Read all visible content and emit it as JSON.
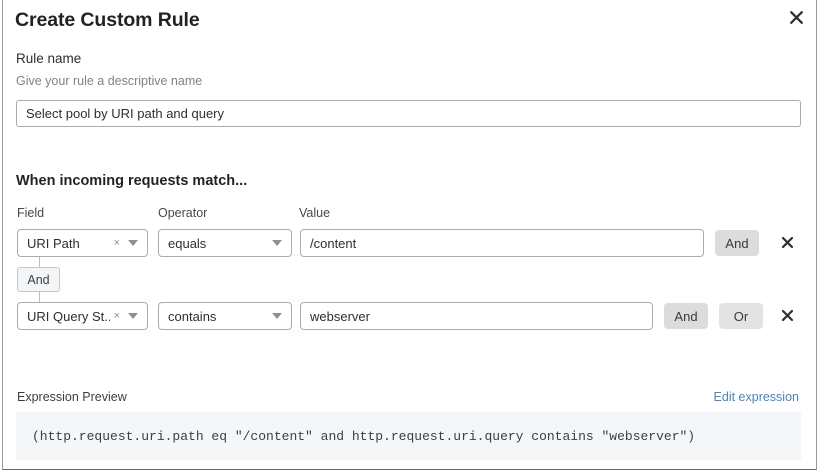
{
  "dialog": {
    "title": "Create Custom Rule",
    "close_icon": "close-icon"
  },
  "rule_name": {
    "label": "Rule name",
    "hint": "Give your rule a descriptive name",
    "value": "Select pool by URI path and query",
    "placeholder": "Rule name"
  },
  "match_section": {
    "heading": "When incoming requests match...",
    "columns": {
      "field": "Field",
      "operator": "Operator",
      "value": "Value"
    },
    "group_connector": "And",
    "rows": [
      {
        "field": "URI Path",
        "operator": "equals",
        "value": "/content",
        "clear_icon": "clear-icon",
        "caret_icon": "chevron-down-icon",
        "buttons": [
          "And"
        ],
        "remove_icon": "close-icon"
      },
      {
        "field": "URI Query St...",
        "operator": "contains",
        "value": "webserver",
        "clear_icon": "clear-icon",
        "caret_icon": "chevron-down-icon",
        "buttons": [
          "And",
          "Or"
        ],
        "remove_icon": "close-icon"
      }
    ]
  },
  "expression_preview": {
    "label": "Expression Preview",
    "edit_link": "Edit expression",
    "code": "(http.request.uri.path eq \"/content\" and http.request.uri.query contains \"webserver\")"
  },
  "colors": {
    "link": "#4a86b8",
    "button_active": "#dcdcdc",
    "button_inactive": "#e3e3e3",
    "code_background": "#f5f6f7"
  }
}
